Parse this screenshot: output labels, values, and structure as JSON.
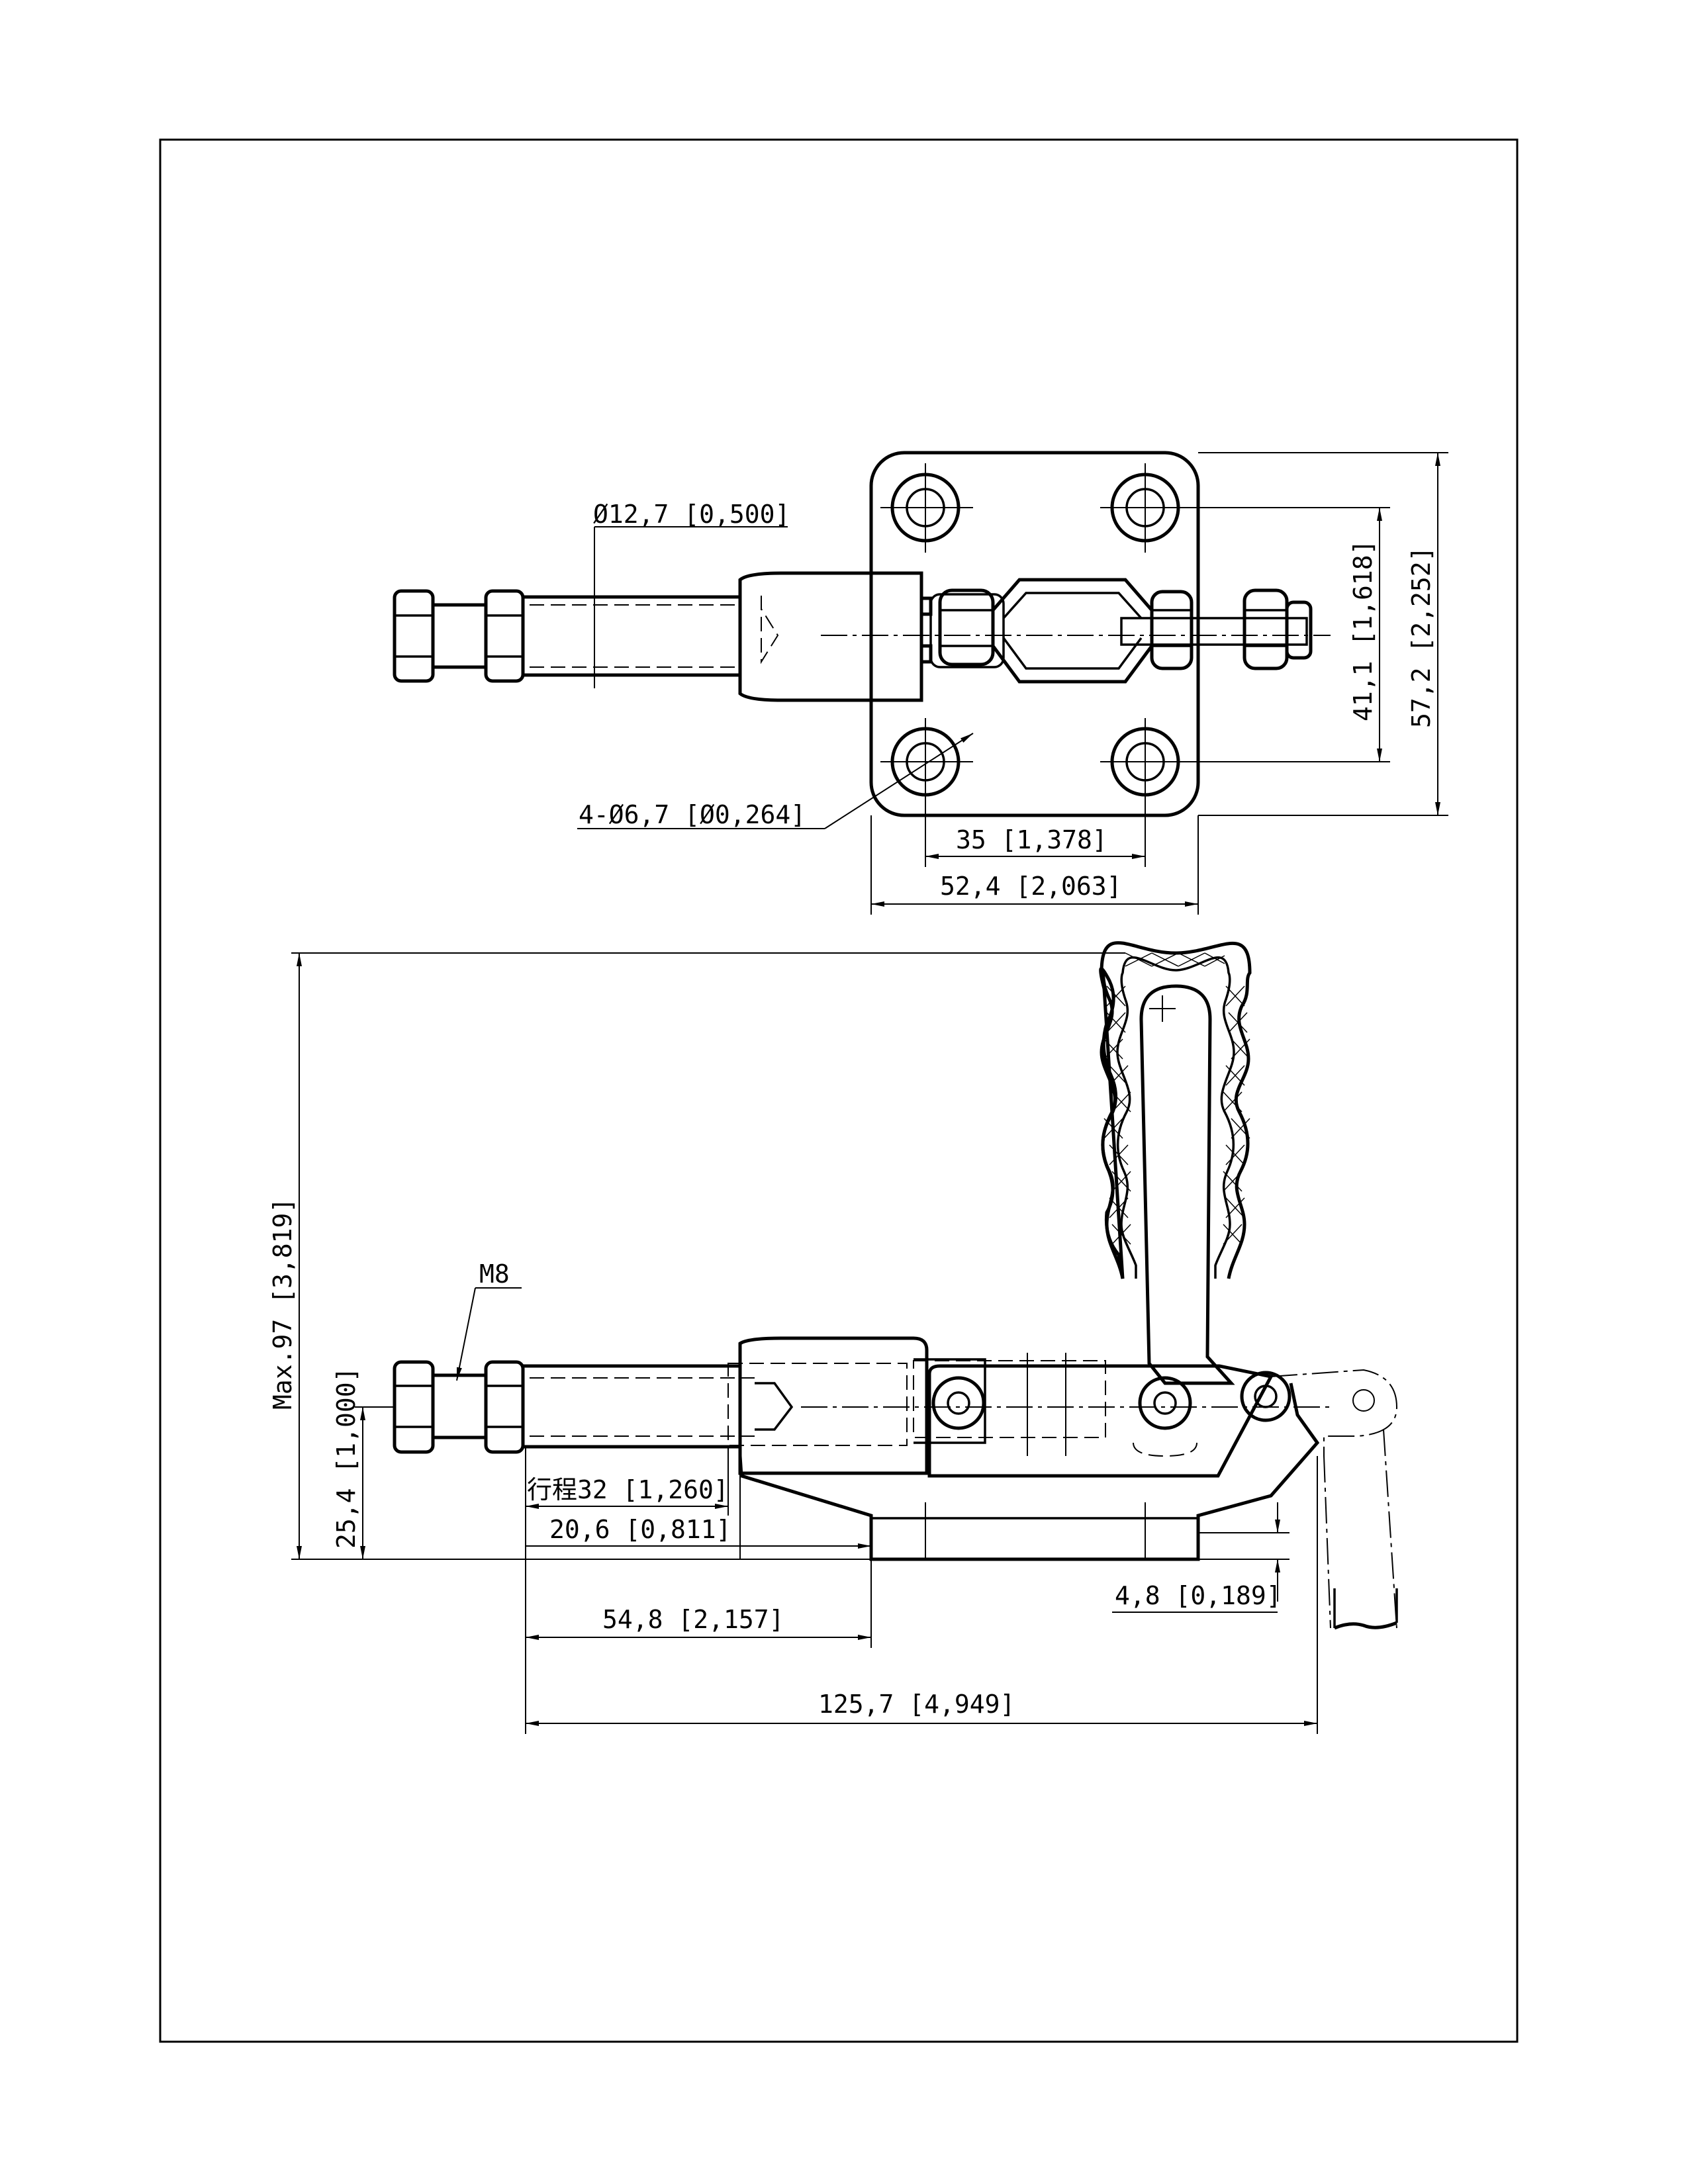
{
  "drawing": {
    "top_view": {
      "labels": {
        "shaft_diameter": "Ø12,7 [0,500]",
        "mount_holes": "4-Ø6,7 [Ø0,264]",
        "hole_spacing_x": "35 [1,378]",
        "base_width": "52,4 [2,063]",
        "hole_spacing_y": "41,1 [1,618]",
        "base_length": "57,2 [2,252]"
      }
    },
    "side_view": {
      "labels": {
        "thread": "M8",
        "max_height": "Max.97 [3,819]",
        "center_height": "25,4 [1,000]",
        "stroke": "行程32 [1,260]",
        "plunger_offset": "20,6 [0,811]",
        "to_base": "54,8 [2,157]",
        "base_thickness": "4,8 [0,189]",
        "overall_length": "125,7 [4,949]"
      }
    }
  }
}
